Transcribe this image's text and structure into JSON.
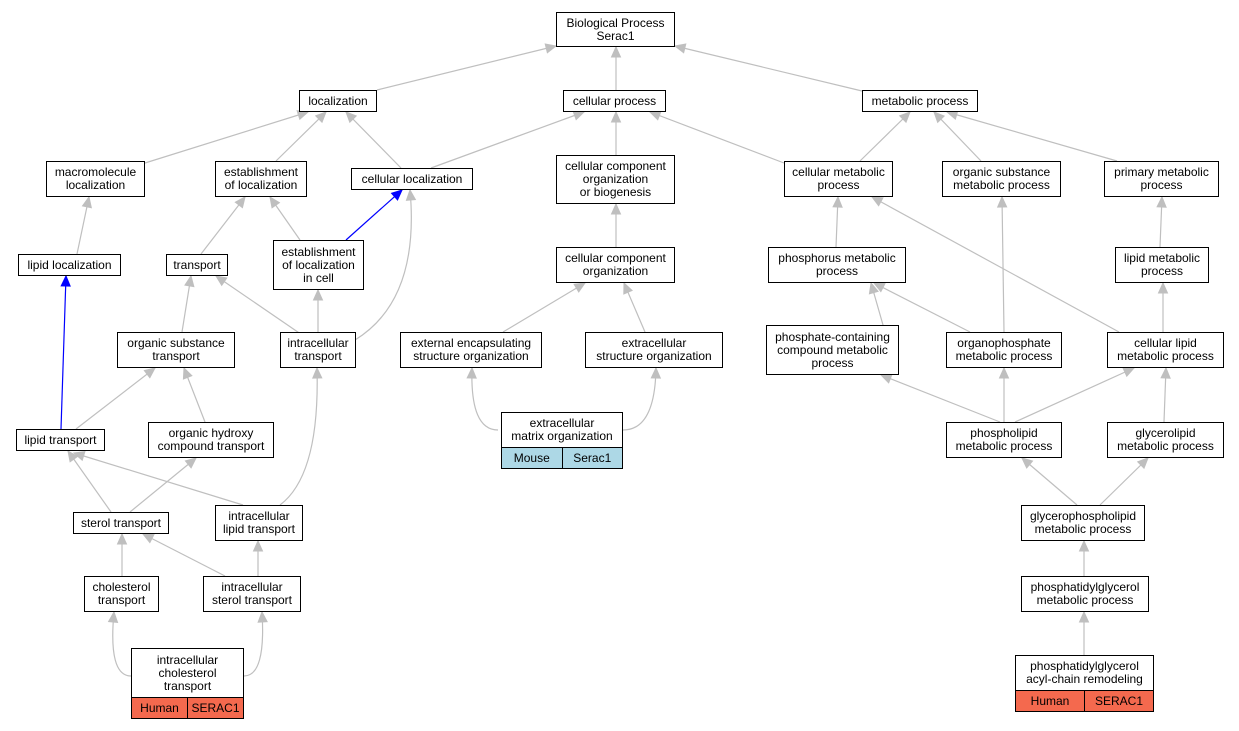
{
  "colors": {
    "edge": "#bfbfbf",
    "highlight_edge": "#0000ff",
    "mouse_annotation": "#add8e6",
    "human_annotation": "#f4694e"
  },
  "nodes": {
    "biological_process": "Biological Process\nSerac1",
    "localization": "localization",
    "cellular_process": "cellular process",
    "metabolic_process": "metabolic process",
    "macromolecule_localization": "macromolecule\nlocalization",
    "establishment_of_localization": "establishment\nof localization",
    "cellular_localization": "cellular localization",
    "ccob": "cellular component\norganization\nor biogenesis",
    "cellular_metabolic_process": "cellular metabolic\nprocess",
    "organic_substance_metabolic_process": "organic substance\nmetabolic process",
    "primary_metabolic_process": "primary metabolic\nprocess",
    "lipid_localization": "lipid localization",
    "transport": "transport",
    "establishment_of_localization_in_cell": "establishment\nof localization\nin cell",
    "cellular_component_organization": "cellular component\norganization",
    "phosphorus_metabolic_process": "phosphorus metabolic\nprocess",
    "lipid_metabolic_process": "lipid metabolic\nprocess",
    "organic_substance_transport": "organic substance\ntransport",
    "intracellular_transport": "intracellular\ntransport",
    "external_encapsulating_structure_organization": "external encapsulating\nstructure organization",
    "extracellular_structure_organization": "extracellular\nstructure organization",
    "phosphate_containing_compound_metabolic_process": "phosphate-containing\ncompound metabolic\nprocess",
    "organophosphate_metabolic_process": "organophosphate\nmetabolic process",
    "cellular_lipid_metabolic_process": "cellular lipid\nmetabolic process",
    "lipid_transport": "lipid transport",
    "organic_hydroxy_compound_transport": "organic hydroxy\ncompound transport",
    "extracellular_matrix_organization": "extracellular\nmatrix organization",
    "phospholipid_metabolic_process": "phospholipid\nmetabolic process",
    "glycerolipid_metabolic_process": "glycerolipid\nmetabolic process",
    "sterol_transport": "sterol transport",
    "intracellular_lipid_transport": "intracellular\nlipid transport",
    "glycerophospholipid_metabolic_process": "glycerophospholipid\nmetabolic process",
    "cholesterol_transport": "cholesterol\ntransport",
    "intracellular_sterol_transport": "intracellular\nsterol transport",
    "phosphatidylglycerol_metabolic_process": "phosphatidylglycerol\nmetabolic process",
    "intracellular_cholesterol_transport": "intracellular\ncholesterol\ntransport",
    "phosphatidylglycerol_acyl_chain_remodeling": "phosphatidylglycerol\nacyl-chain remodeling"
  },
  "annotations": {
    "extracellular_matrix_organization": {
      "species": "Mouse",
      "gene": "Serac1"
    },
    "intracellular_cholesterol_transport": {
      "species": "Human",
      "gene": "SERAC1"
    },
    "phosphatidylglycerol_acyl_chain_remodeling": {
      "species": "Human",
      "gene": "SERAC1"
    }
  }
}
